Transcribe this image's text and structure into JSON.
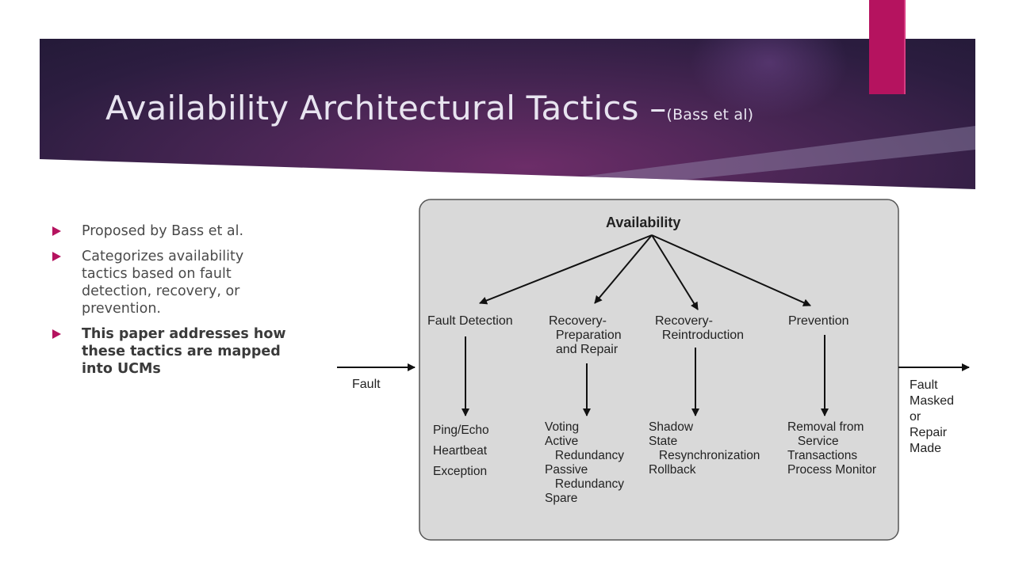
{
  "title": {
    "main": "Availability Architectural Tactics –",
    "sub": "(Bass et al)"
  },
  "bullets": [
    {
      "text": "Proposed by Bass et al.",
      "bold": false
    },
    {
      "text": "Categorizes availability\ntactics based on fault\ndetection, recovery, or\nprevention.",
      "bold": false
    },
    {
      "text": "This paper addresses how\nthese tactics are mapped\ninto UCMs",
      "bold": true
    }
  ],
  "diagram": {
    "root": "Availability",
    "input_label": "Fault",
    "output_label": "Fault\nMasked\nor\nRepair\nMade",
    "categories": [
      {
        "label": "Fault Detection",
        "tactics": "Ping/Echo\nHeartbeat\nException"
      },
      {
        "label": "Recovery-\n  Preparation\n  and Repair",
        "tactics": "Voting\nActive\n   Redundancy\nPassive\n   Redundancy\nSpare"
      },
      {
        "label": "Recovery-\n  Reintroduction",
        "tactics": "Shadow\nState\n   Resynchronization\nRollback"
      },
      {
        "label": "Prevention",
        "tactics": "Removal from\n   Service\nTransactions\nProcess Monitor"
      }
    ]
  },
  "colors": {
    "accent": "#b5135f",
    "diagram_bg": "#d9d9d9",
    "header_dark": "#2c1d40"
  }
}
